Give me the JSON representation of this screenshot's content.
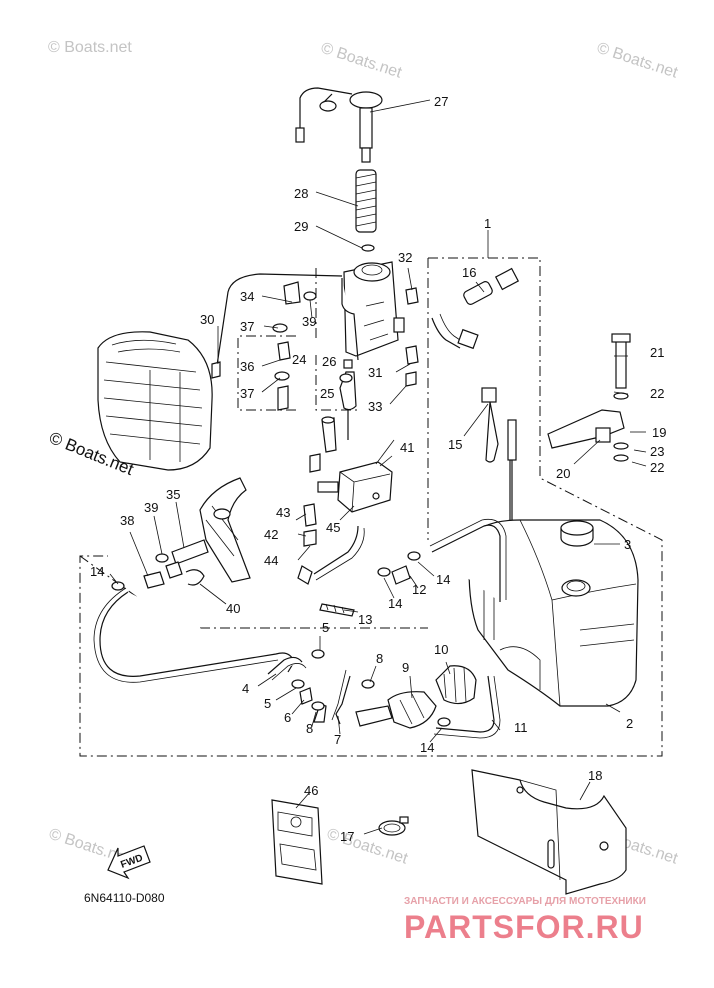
{
  "watermarks": {
    "text": "© Boats.net",
    "prominent": "© Boats.net"
  },
  "diagram_code": "6N64110-D080",
  "fwd_label": "FWD",
  "brand": {
    "tagline": "ЗАПЧАСТИ И АКСЕССУАРЫ ДЛЯ МОТОТЕХНИКИ",
    "logo_text": "PARTSFOR.RU"
  },
  "callouts": [
    "1",
    "2",
    "3",
    "4",
    "5",
    "5",
    "6",
    "7",
    "8",
    "8",
    "9",
    "10",
    "11",
    "12",
    "13",
    "14",
    "14",
    "14",
    "14",
    "15",
    "16",
    "17",
    "18",
    "19",
    "20",
    "21",
    "22",
    "22",
    "23",
    "24",
    "25",
    "26",
    "27",
    "28",
    "29",
    "30",
    "31",
    "32",
    "33",
    "34",
    "35",
    "36",
    "37",
    "37",
    "38",
    "39",
    "39",
    "40",
    "41",
    "42",
    "43",
    "44",
    "45",
    "46"
  ]
}
